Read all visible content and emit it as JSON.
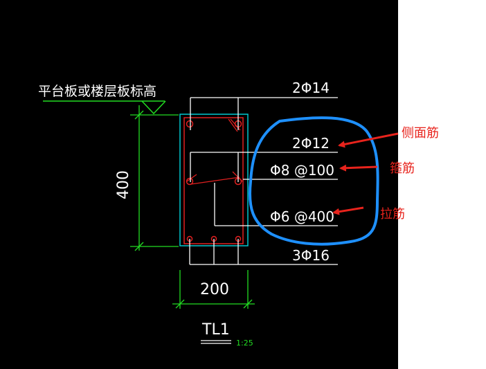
{
  "drawing": {
    "slab_level_label": "平台板或楼层板标高",
    "height_dim": "400",
    "width_dim": "200",
    "top_bars": "2Φ14",
    "side_bars": "2Φ12",
    "stirrups": "Φ8 @100",
    "ties": "Φ6 @400",
    "bottom_bars": "3Φ16",
    "beam_name": "TL1",
    "scale": "1:25"
  },
  "annotations": {
    "side_bars_note": "侧面筋",
    "stirrups_note": "箍筋",
    "ties_note": "拉筋"
  },
  "colors": {
    "background": "#000000",
    "page": "#ffffff",
    "text": "#ffffff",
    "outline": "#00c8d0",
    "rebar": "#e02020",
    "dimension": "#22dd22",
    "highlight": "#1e90ff",
    "annotation": "#e8231c"
  }
}
